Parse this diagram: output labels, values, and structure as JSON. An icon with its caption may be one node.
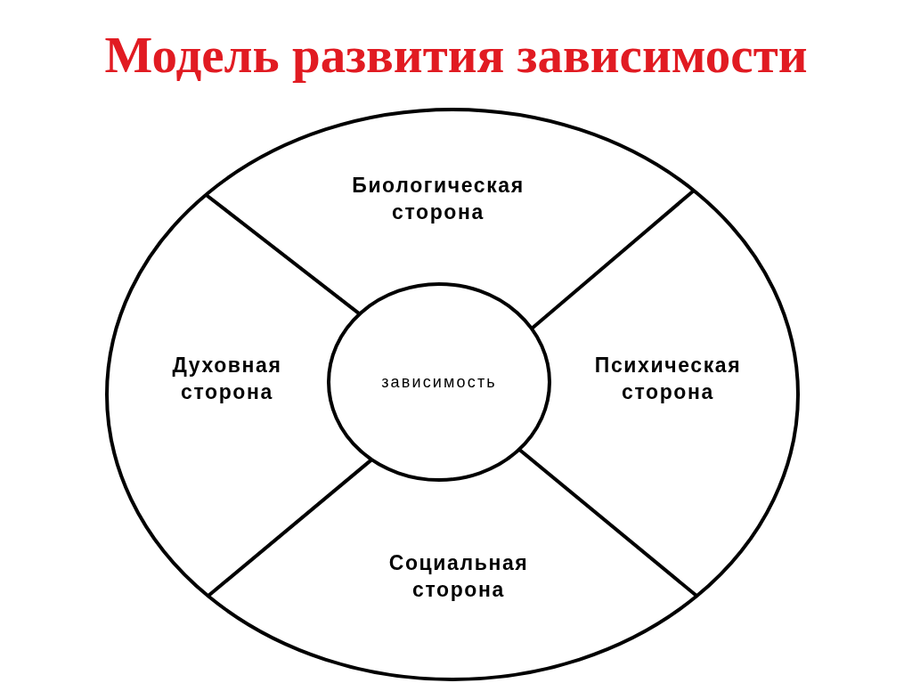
{
  "diagram": {
    "title": "Модель развития зависимости",
    "nodes": [
      {
        "text": [],
        "shape": "ellipse"
      },
      {
        "text": [
          "Биологическая сторона"
        ],
        "in": 0
      },
      {
        "text": [
          "Духовная сторона"
        ],
        "in": 0
      },
      {
        "text": [
          "зависимость"
        ],
        "in": 0
      },
      {
        "text": [
          "Психическая сторона"
        ],
        "in": 0
      },
      {
        "text": [
          "Социальная сторона"
        ],
        "in": 0
      }
    ],
    "edges": [
      {
        "from": 3,
        "to": 0,
        "arrow": "none"
      },
      {
        "from": 3,
        "to": 0,
        "arrow": "none"
      },
      {
        "from": 3,
        "to": 0,
        "arrow": "none"
      },
      {
        "from": 3,
        "to": 0,
        "arrow": "none"
      }
    ]
  }
}
